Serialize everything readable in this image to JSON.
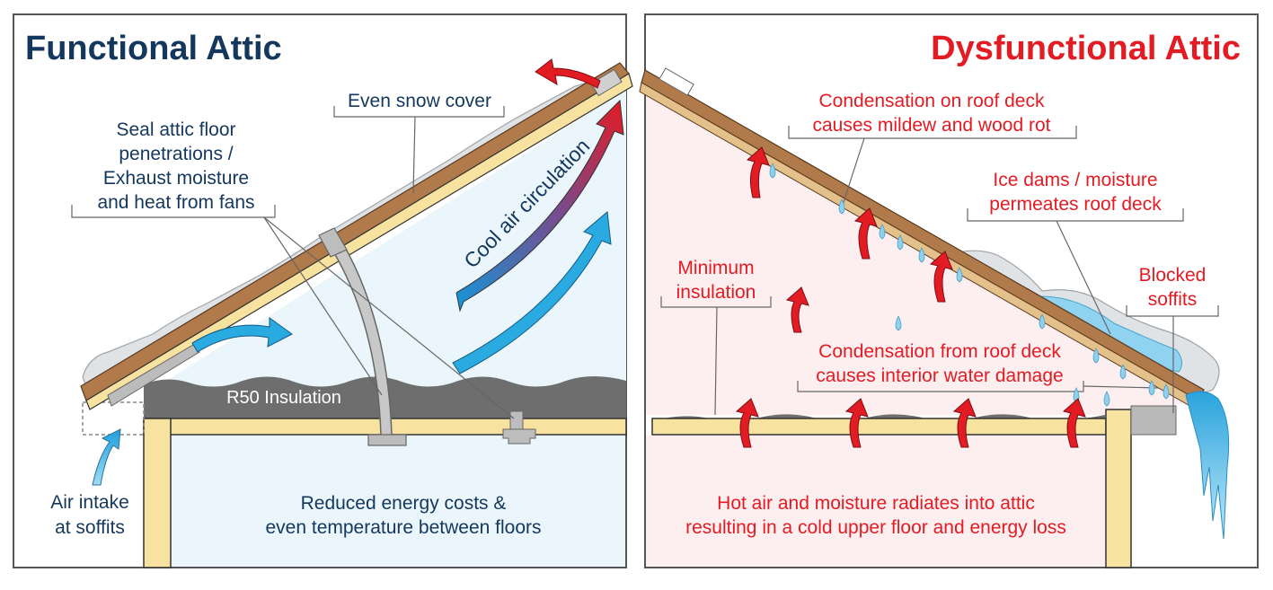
{
  "functional": {
    "title": "Functional Attic",
    "even_snow": "Even snow cover",
    "seal": [
      "Seal attic floor",
      "penetrations /",
      "Exhaust moisture",
      "and heat from fans"
    ],
    "cool_air": "Cool air circulation",
    "insulation": "R50 Insulation",
    "air_intake": [
      "Air intake",
      "at soffits"
    ],
    "reduced": [
      "Reduced energy costs &",
      "even temperature between floors"
    ]
  },
  "dysfunctional": {
    "title": "Dysfunctional Attic",
    "condensation_deck": [
      "Condensation on roof deck",
      "causes mildew and wood rot"
    ],
    "ice_dams": [
      "Ice dams / moisture",
      "permeates roof deck"
    ],
    "minimum": [
      "Minimum",
      "insulation"
    ],
    "blocked": [
      "Blocked",
      "soffits"
    ],
    "condensation_interior": [
      "Condensation from roof deck",
      "causes interior water damage"
    ],
    "hot_air": [
      "Hot air and moisture radiates into attic",
      "resulting in a cold upper floor and energy loss"
    ]
  },
  "colors": {
    "navy": "#14375e",
    "red": "#e31b23",
    "roof_brown": "#b07a4a",
    "wood": "#f8e2a0",
    "insulation_gray": "#6e6e6e",
    "sky_blue": "#29abe2"
  }
}
